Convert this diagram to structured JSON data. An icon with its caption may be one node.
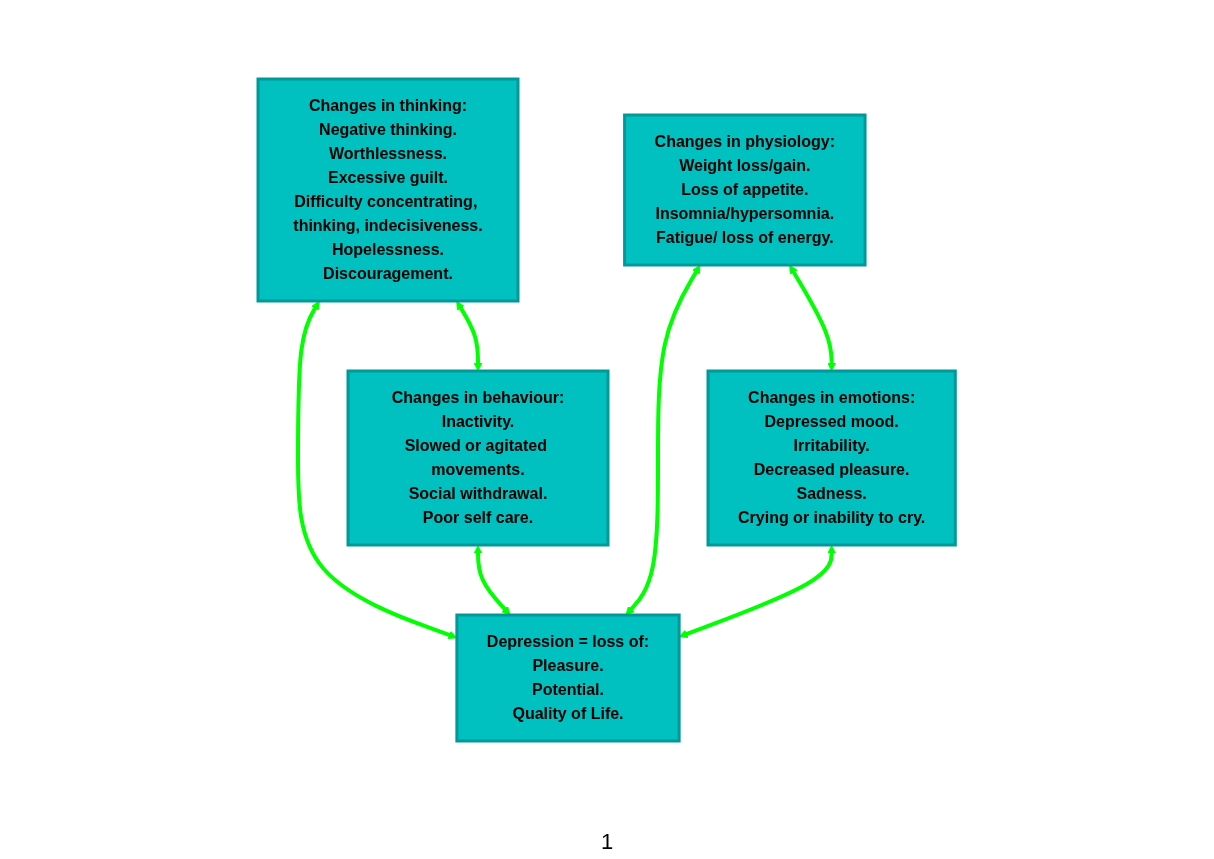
{
  "diagram": {
    "nodes": [
      {
        "text": [
          "Changes in thinking:",
          "Negative thinking.",
          "Worthlessness.",
          "Excessive guilt.",
          "Difficulty concentrating, thinking, indecisiveness.",
          "Hopelessness.",
          "Discouragement."
        ]
      },
      {
        "text": [
          "Changes in physiology:",
          "Weight loss/gain.",
          "Loss of appetite.",
          "Insomnia/hypersomnia.",
          "Fatigue/ loss of energy."
        ]
      },
      {
        "text": [
          "Depression = loss of:",
          "Pleasure.",
          "Potential.",
          "Quality of Life."
        ]
      },
      {
        "text": [
          "Changes in behaviour:",
          "Inactivity.",
          "Slowed or agitated movements.",
          "Social withdrawal.",
          "Poor self care."
        ]
      },
      {
        "text": [
          "Changes in emotions:",
          "Depressed mood.",
          "Irritability.",
          "Decreased pleasure.",
          "Sadness.",
          "Crying or inability to cry."
        ]
      }
    ],
    "edges": [
      {
        "from": 0,
        "to": 3,
        "arrow": "both"
      },
      {
        "from": 0,
        "to": 2,
        "arrow": "both"
      },
      {
        "from": 3,
        "to": 2,
        "arrow": "both"
      },
      {
        "from": 1,
        "to": 4,
        "arrow": "both"
      },
      {
        "from": 1,
        "to": 2,
        "arrow": "both"
      },
      {
        "from": 4,
        "to": 2,
        "arrow": "both"
      }
    ],
    "labels": [
      "1"
    ]
  }
}
